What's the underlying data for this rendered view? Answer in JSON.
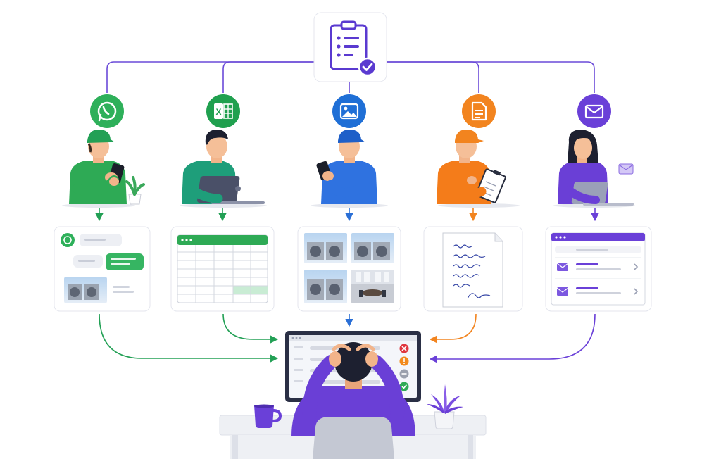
{
  "colors": {
    "whatsapp": "#2eb05a",
    "excel": "#20a04f",
    "photo": "#1f6fd6",
    "document": "#f2841f",
    "email": "#6a40d8",
    "connector": "#6a4ad8",
    "desk": "#eef0f4"
  },
  "top_icon": "clipboard-check-icon",
  "channels": [
    {
      "key": "whatsapp",
      "icon": "whatsapp-icon",
      "artifact": "whatsapp-chat"
    },
    {
      "key": "excel",
      "icon": "excel-icon",
      "artifact": "spreadsheet"
    },
    {
      "key": "photo",
      "icon": "photo-icon",
      "artifact": "photo-grid"
    },
    {
      "key": "document",
      "icon": "document-icon",
      "artifact": "handwritten-note"
    },
    {
      "key": "email",
      "icon": "envelope-icon",
      "artifact": "email-inbox"
    }
  ],
  "monitor_status_icons": [
    "error-icon",
    "warning-icon",
    "pending-icon",
    "success-icon"
  ]
}
